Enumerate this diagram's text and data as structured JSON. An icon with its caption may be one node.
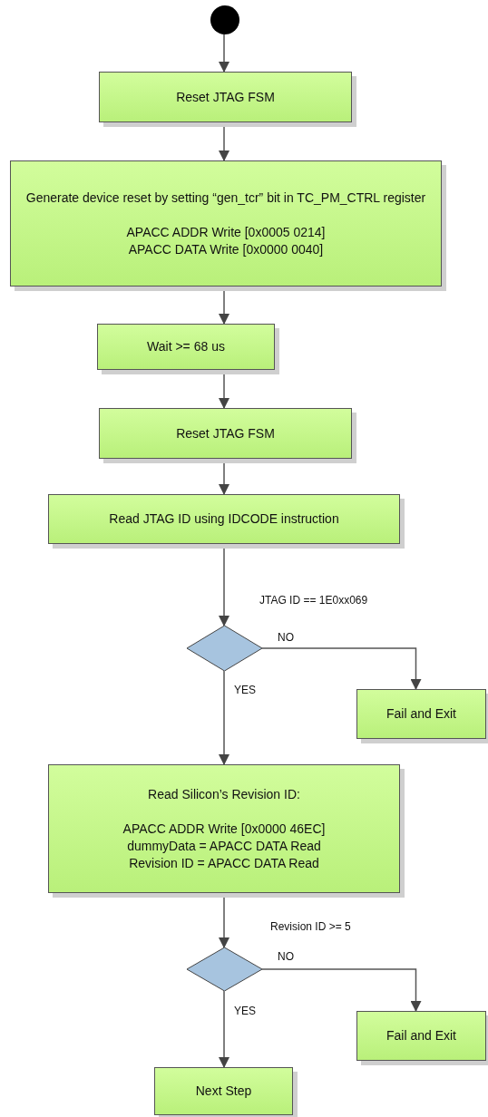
{
  "diagram": {
    "nodes": [
      {
        "text": [],
        "shape": "circle"
      },
      {
        "text": [
          "Reset JTAG FSM"
        ]
      },
      {
        "text": [
          "Generate device reset by setting “gen_tcr” bit in TC_PM_CTRL register",
          "APACC ADDR Write [0x0005 0214]",
          "APACC DATA Write [0x0000 0040]"
        ]
      },
      {
        "text": [
          "Wait >= 68 us"
        ]
      },
      {
        "text": [
          "Reset JTAG FSM"
        ]
      },
      {
        "text": [
          "Read JTAG ID using IDCODE instruction"
        ]
      },
      {
        "text": [],
        "shape": "diamond",
        "beside": [
          "JTAG ID == 1E0xx069"
        ]
      },
      {
        "text": [
          "Fail and Exit"
        ]
      },
      {
        "text": [
          "Read Silicon’s Revision ID:",
          "APACC ADDR Write [0x0000 46EC]",
          "dummyData = APACC DATA Read",
          "Revision ID = APACC DATA Read"
        ]
      },
      {
        "text": [],
        "shape": "diamond",
        "beside": [
          "Revision ID >= 5"
        ]
      },
      {
        "text": [
          "Fail and Exit"
        ]
      },
      {
        "text": [
          "Next Step"
        ]
      }
    ],
    "edges": [
      {
        "from": 0,
        "to": 1,
        "arrow": "to"
      },
      {
        "from": 1,
        "to": 2,
        "arrow": "to"
      },
      {
        "from": 2,
        "to": 3,
        "arrow": "to"
      },
      {
        "from": 3,
        "to": 4,
        "arrow": "to"
      },
      {
        "from": 4,
        "to": 5,
        "arrow": "to"
      },
      {
        "from": 5,
        "to": 6,
        "arrow": "to"
      },
      {
        "from": 6,
        "to": 7,
        "arrow": "to",
        "label": "NO"
      },
      {
        "from": 6,
        "to": 8,
        "arrow": "to",
        "label": "YES"
      },
      {
        "from": 8,
        "to": 9,
        "arrow": "to"
      },
      {
        "from": 9,
        "to": 10,
        "arrow": "to",
        "label": "NO"
      },
      {
        "from": 9,
        "to": 11,
        "arrow": "to",
        "label": "YES"
      }
    ]
  }
}
